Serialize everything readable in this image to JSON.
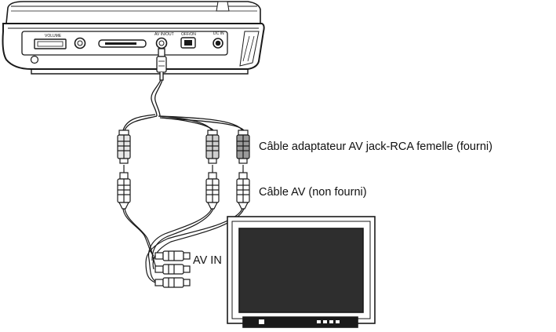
{
  "device": {
    "panel_labels": {
      "volume": "VOLUME",
      "av_inout": "AV IN/OUT",
      "off_on": "OFF/ON",
      "dc_in": "DC IN"
    }
  },
  "labels": {
    "adapter_cable": "Câble adaptateur AV jack-RCA femelle (fourni)",
    "av_cable": "Câble AV (non fourni)",
    "av_in": "AV IN"
  },
  "colors": {
    "line": "#1a1a1a",
    "screen": "#2e2e2e",
    "plug_light": "#e6e6e6",
    "plug_dark": "#9a9a9a"
  }
}
